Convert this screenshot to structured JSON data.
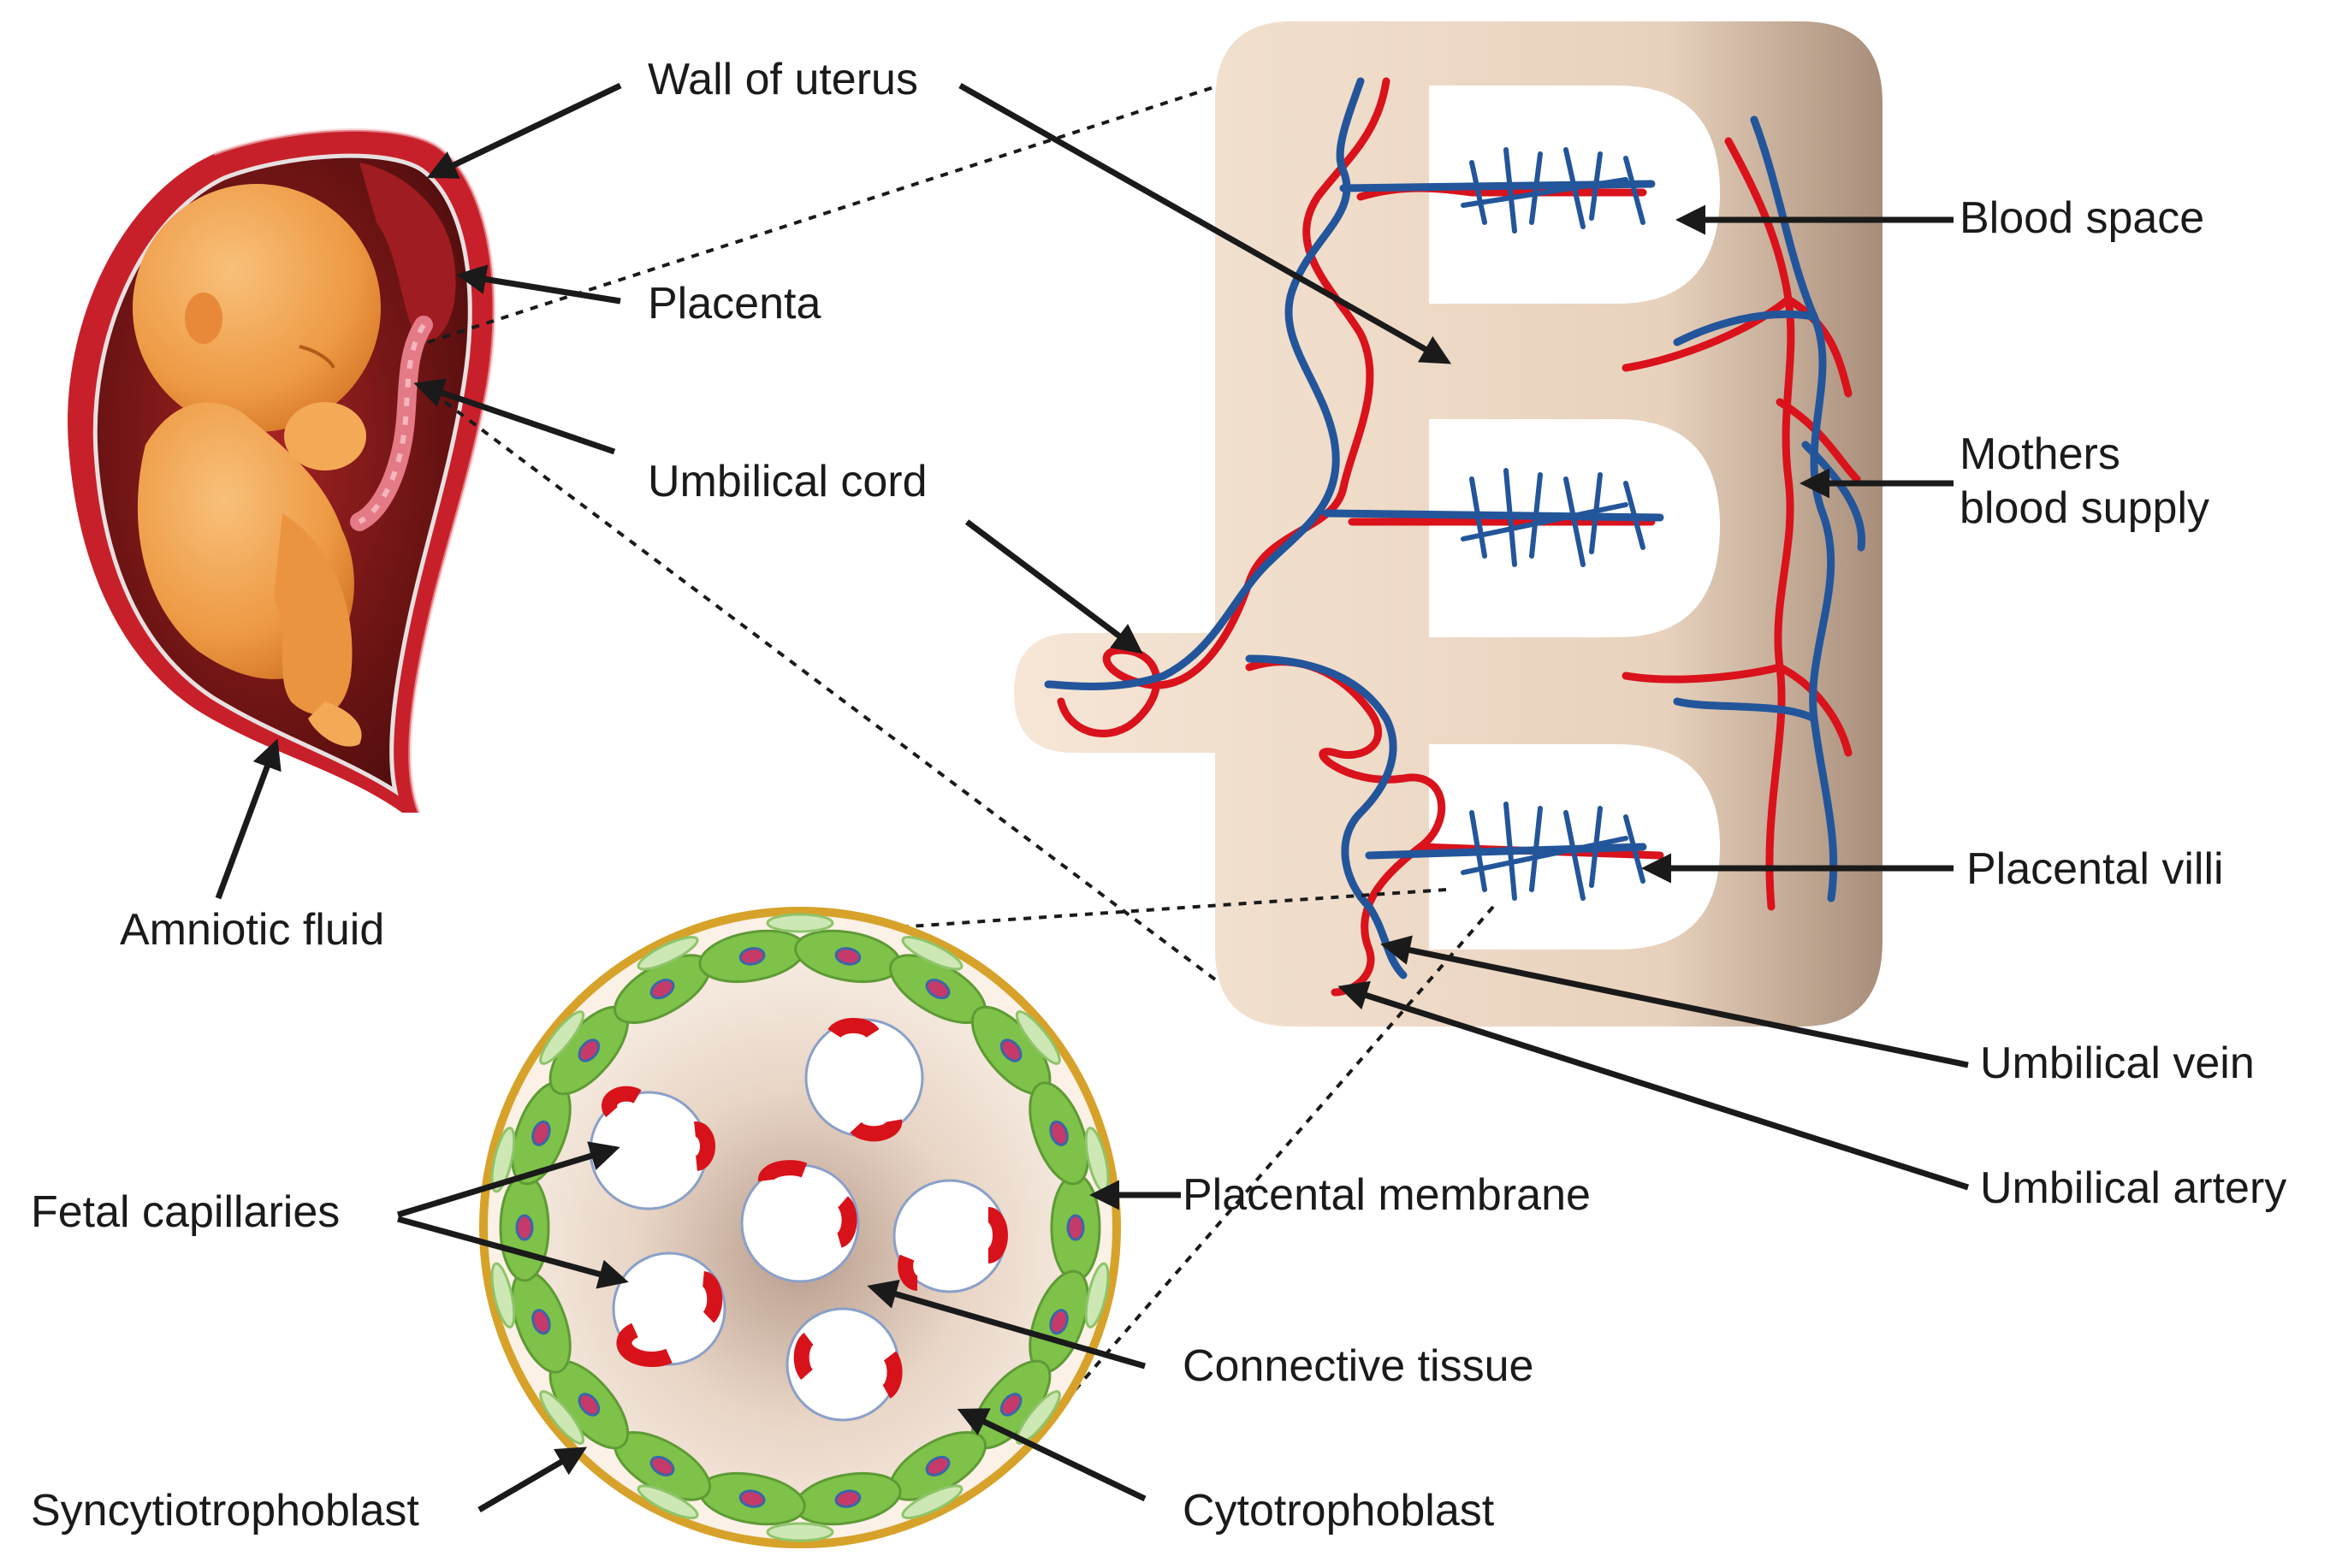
{
  "labels": {
    "wall_of_uterus": "Wall of uterus",
    "placenta": "Placenta",
    "umbilical_cord": "Umbilical cord",
    "amniotic_fluid": "Amniotic fluid",
    "blood_space": "Blood space",
    "mothers_blood_supply": "Mothers\nblood supply",
    "placental_villi": "Placental villi",
    "umbilical_vein": "Umbilical vein",
    "umbilical_artery": "Umbilical artery",
    "fetal_capillaries": "Fetal capillaries",
    "placental_membrane": "Placental membrane",
    "connective_tissue": "Connective tissue",
    "syncytiotrophoblast": "Syncytiotrophoblast",
    "cytotrophoblast": "Cytotrophoblast"
  },
  "colors": {
    "uterus_wall": "#c8202a",
    "uterus_inner": "#6e1414",
    "fetus_skin": "#f2a04a",
    "cord": "#e47a86",
    "placenta_panel": "#f1ddc9",
    "placenta_panel_edge": "#b8a08e",
    "artery_red": "#d9121c",
    "vein_blue": "#23559b",
    "membrane_gold": "#d6a22a",
    "cell_green": "#7ec24a",
    "syncytio_light_green": "#cde8b4",
    "capillary_red": "#d8121a",
    "tissue_center": "#b89c8c",
    "arrow": "#1a1a1a"
  },
  "icons": [
    "fetus-in-uterus-illustration",
    "placenta-villi-illustration",
    "villus-cross-section-illustration"
  ]
}
